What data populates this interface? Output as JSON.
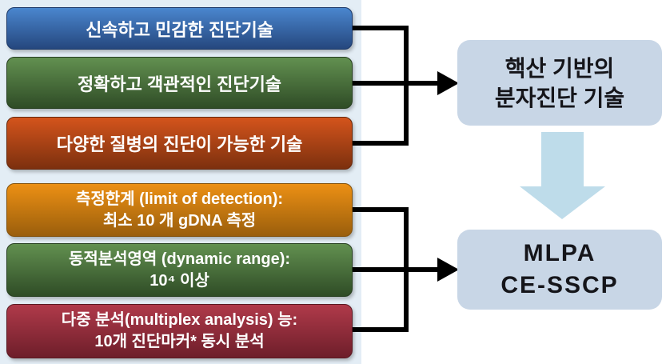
{
  "diagram": {
    "panel_bg": "#E3EDF5",
    "connector_color": "#000000",
    "down_arrow_color": "#BEDCEA",
    "result_box_fill": "#C8D6E6",
    "result_text_color": "#15151A",
    "feature_boxes": [
      {
        "id": "rapid-sensitive",
        "line1": "신속하고 민감한 진단기술",
        "gradient_top": "#4A86CE",
        "gradient_bottom": "#25477E",
        "border": "#1B3766"
      },
      {
        "id": "accurate-objective",
        "line1": "정확하고 객관적인 진단기술",
        "gradient_top": "#629050",
        "gradient_bottom": "#2F4C26",
        "border": "#263E1F"
      },
      {
        "id": "various-diseases",
        "line1": "다양한 질병의 진단이 가능한 기술",
        "gradient_top": "#D4541C",
        "gradient_bottom": "#7C300E",
        "border": "#66280C"
      },
      {
        "id": "limit-of-detection",
        "line1": "측정한계 (limit of detection):",
        "line2": "최소 10 개 gDNA 측정",
        "gradient_top": "#EC9014",
        "gradient_bottom": "#9A5E0C",
        "border": "#82500A"
      },
      {
        "id": "dynamic-range",
        "line1": "동적분석영역 (dynamic range):",
        "line2": "10⁴ 이상",
        "gradient_top": "#629050",
        "gradient_bottom": "#2F4C26",
        "border": "#263E1F"
      },
      {
        "id": "multiplex-analysis",
        "line1": "다중 분석(multiplex analysis) 능:",
        "line2": "10개 진단마커* 동시 분석",
        "gradient_top": "#B03A4A",
        "gradient_bottom": "#6E1E2A",
        "border": "#5A1922"
      }
    ],
    "result_boxes": {
      "top": {
        "line1": "핵산 기반의",
        "line2": "분자진단 기술"
      },
      "bottom": {
        "line1": "MLPA",
        "line2": "CE-SSCP"
      }
    }
  }
}
